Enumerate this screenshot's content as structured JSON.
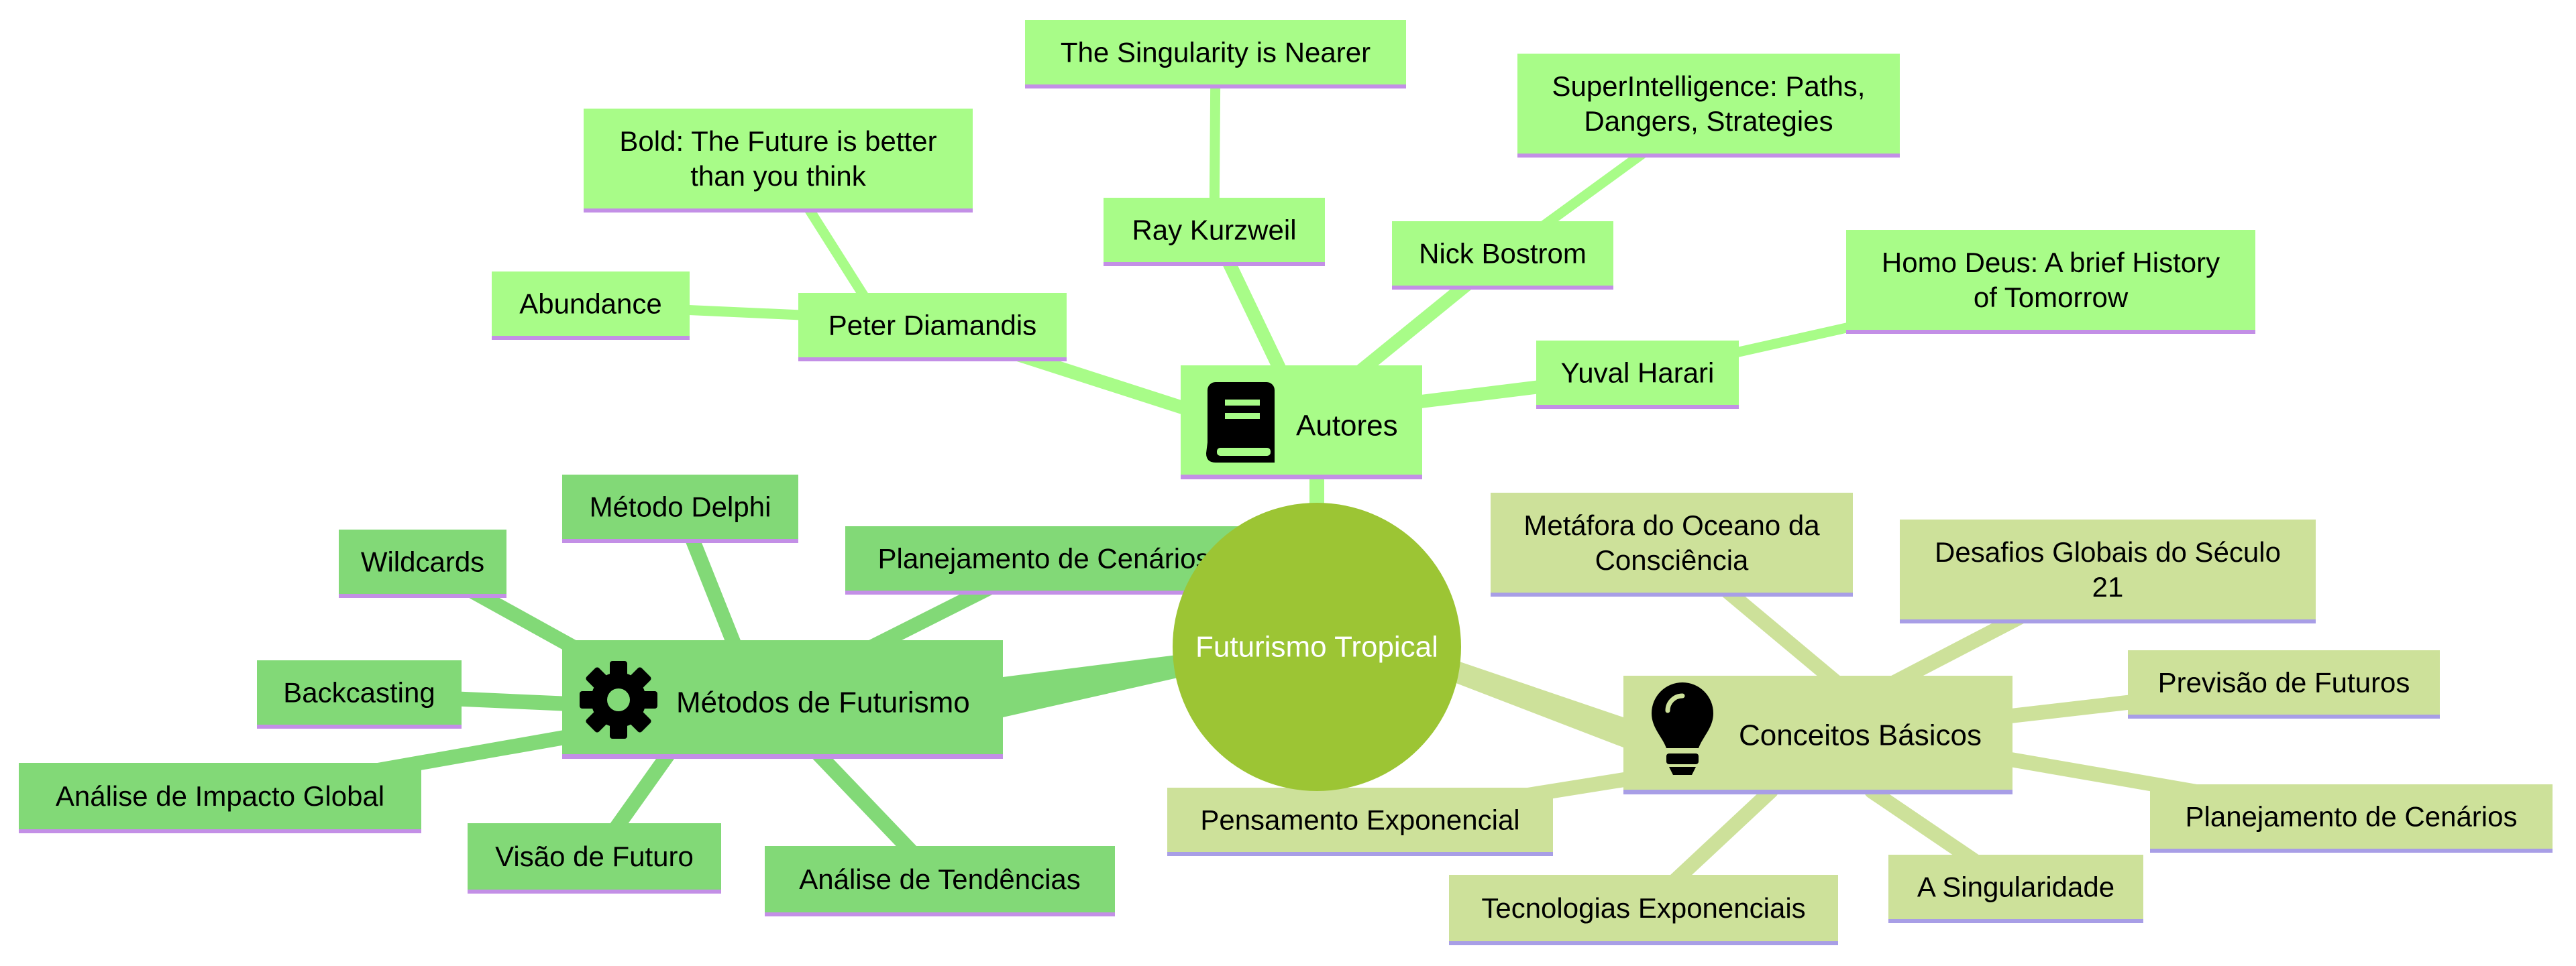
{
  "colors": {
    "root_fill": "#9cc534",
    "root_text": "#ffffff",
    "autores_fill": "#a8fc88",
    "autores_edge": "#a8fc88",
    "metodos_fill": "#82d977",
    "metodos_edge": "#82d977",
    "conceitos_fill": "#cde19a",
    "conceitos_edge": "#cde19a",
    "underline_purple": "#c38fe6",
    "underline_blue": "#a89ee6",
    "text": "#000000",
    "icon": "#000000"
  },
  "root": {
    "label": "Futurismo Tropical"
  },
  "autores": {
    "label": "Autores",
    "icon": "book-icon",
    "children": [
      {
        "id": "peter",
        "label": "Peter Diamandis",
        "children": [
          {
            "id": "abundance",
            "lines": [
              "Abundance"
            ]
          },
          {
            "id": "bold",
            "lines": [
              "Bold: The Future is better",
              "than you think"
            ]
          }
        ]
      },
      {
        "id": "ray",
        "label": "Ray Kurzweil",
        "children": [
          {
            "id": "singularity-nearer",
            "lines": [
              "The Singularity is Nearer"
            ]
          }
        ]
      },
      {
        "id": "bostrom",
        "label": "Nick Bostrom",
        "children": [
          {
            "id": "superintelligence",
            "lines": [
              "SuperIntelligence: Paths,",
              "Dangers, Strategies"
            ]
          }
        ]
      },
      {
        "id": "harari",
        "label": "Yuval Harari",
        "children": [
          {
            "id": "homo-deus",
            "lines": [
              "Homo Deus: A brief History",
              "of Tomorrow"
            ]
          }
        ]
      }
    ]
  },
  "metodos": {
    "label": "Métodos de Futurismo",
    "icon": "gear-icon",
    "children": [
      {
        "id": "delphi",
        "lines": [
          "Método Delphi"
        ]
      },
      {
        "id": "cenarios-m",
        "lines": [
          "Planejamento de Cenários"
        ]
      },
      {
        "id": "wildcards",
        "lines": [
          "Wildcards"
        ]
      },
      {
        "id": "backcasting",
        "lines": [
          "Backcasting"
        ]
      },
      {
        "id": "impacto",
        "lines": [
          "Análise de Impacto Global"
        ]
      },
      {
        "id": "visao",
        "lines": [
          "Visão de Futuro"
        ]
      },
      {
        "id": "tendencias",
        "lines": [
          "Análise de Tendências"
        ]
      }
    ]
  },
  "conceitos": {
    "label": "Conceitos Básicos",
    "icon": "lightbulb-icon",
    "children": [
      {
        "id": "oceano",
        "lines": [
          "Metáfora do Oceano da",
          "Consciência"
        ]
      },
      {
        "id": "desafios",
        "lines": [
          "Desafios Globais do Século",
          "21"
        ]
      },
      {
        "id": "previsao",
        "lines": [
          "Previsão de Futuros"
        ]
      },
      {
        "id": "cenarios-c",
        "lines": [
          "Planejamento de Cenários"
        ]
      },
      {
        "id": "exponencial",
        "lines": [
          "Pensamento Exponencial"
        ]
      },
      {
        "id": "tecnologias",
        "lines": [
          "Tecnologias Exponenciais"
        ]
      },
      {
        "id": "singularidade",
        "lines": [
          "A Singularidade"
        ]
      }
    ]
  }
}
